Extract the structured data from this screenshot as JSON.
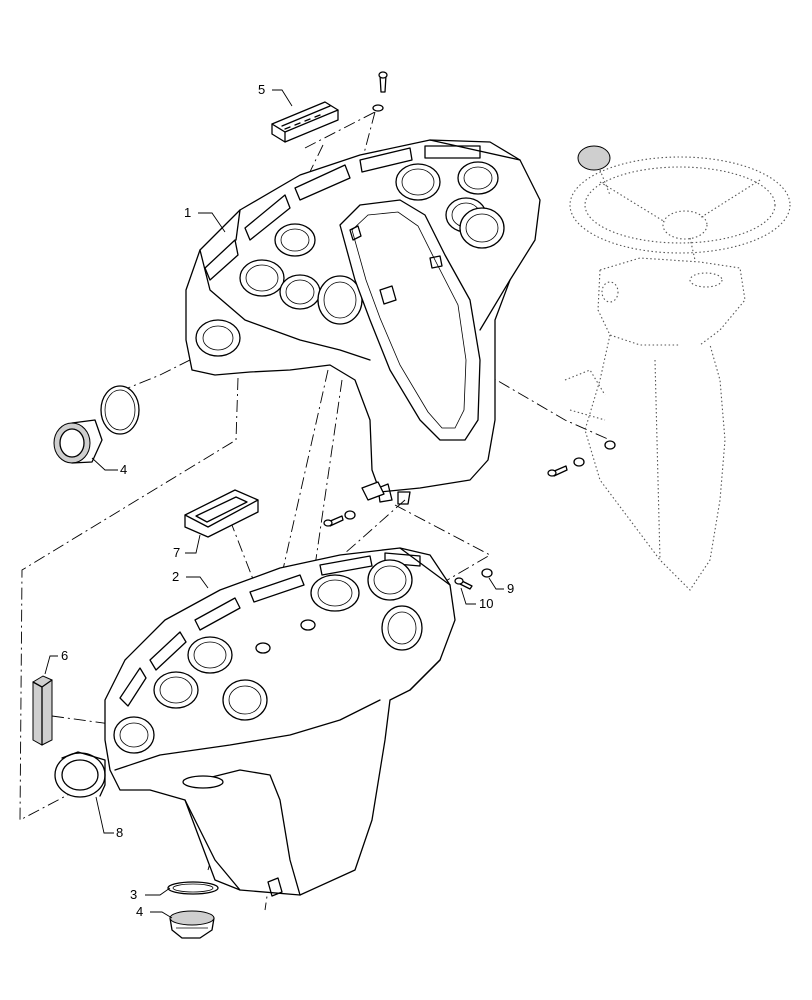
{
  "callouts": [
    {
      "id": "c1",
      "text": "1"
    },
    {
      "id": "c2",
      "text": "2"
    },
    {
      "id": "c3",
      "text": "3"
    },
    {
      "id": "c4a",
      "text": "4"
    },
    {
      "id": "c4b",
      "text": "4"
    },
    {
      "id": "c5",
      "text": "5"
    },
    {
      "id": "c6",
      "text": "6"
    },
    {
      "id": "c7",
      "text": "7"
    },
    {
      "id": "c8",
      "text": "8"
    },
    {
      "id": "c9",
      "text": "9"
    },
    {
      "id": "c10",
      "text": "10"
    }
  ]
}
